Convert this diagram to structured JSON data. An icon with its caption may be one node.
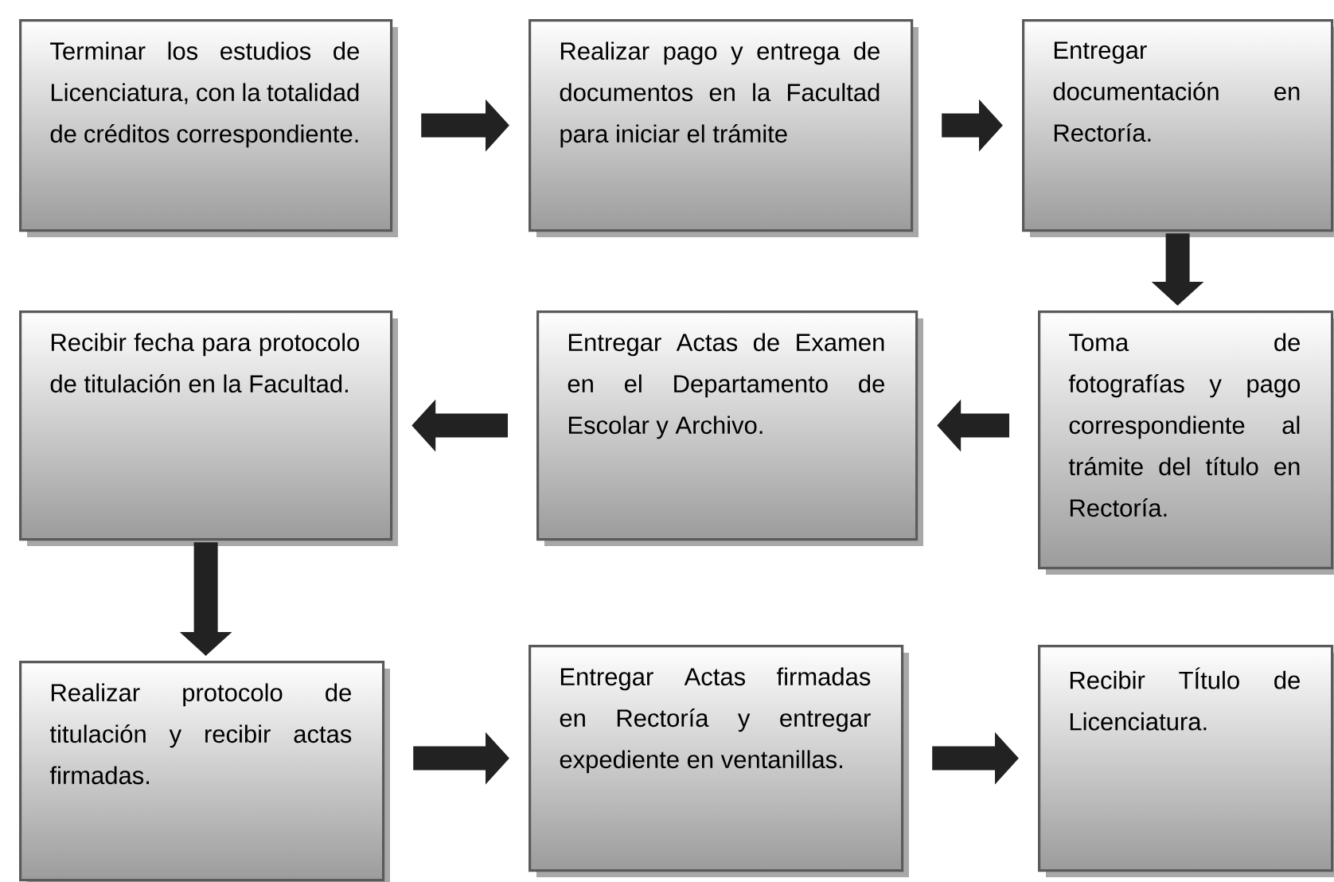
{
  "diagram": {
    "nodes": [
      {
        "text": [
          "Terminar los estudios de Licenciatura, con la totalidad de créditos correspondiente."
        ]
      },
      {
        "text": [
          "Realizar pago y entrega de documentos en la Facultad para iniciar el trámite"
        ]
      },
      {
        "text": [
          "Entregar documentación en Rectoría."
        ]
      },
      {
        "text": [
          "Toma de fotografías y pago correspondiente al trámite del título en Rectoría."
        ]
      },
      {
        "text": [
          "Entregar Actas de Examen en el Departamento de Escolar y Archivo."
        ]
      },
      {
        "text": [
          "Recibir fecha para protocolo de titulación en la Facultad."
        ]
      },
      {
        "text": [
          "Realizar protocolo de titulación y recibir actas firmadas."
        ]
      },
      {
        "text": [
          "Entregar Actas firmadas en Rectoría y entregar expediente en ventanillas."
        ]
      },
      {
        "text": [
          "Recibir TÍtulo de Licenciatura."
        ]
      }
    ],
    "edges": [
      {
        "from": 0,
        "to": 1,
        "arrow": "to"
      },
      {
        "from": 1,
        "to": 2,
        "arrow": "to"
      },
      {
        "from": 2,
        "to": 3,
        "arrow": "to"
      },
      {
        "from": 3,
        "to": 4,
        "arrow": "to"
      },
      {
        "from": 4,
        "to": 5,
        "arrow": "to"
      },
      {
        "from": 5,
        "to": 6,
        "arrow": "to"
      },
      {
        "from": 6,
        "to": 7,
        "arrow": "to"
      },
      {
        "from": 7,
        "to": 8,
        "arrow": "to"
      }
    ]
  }
}
